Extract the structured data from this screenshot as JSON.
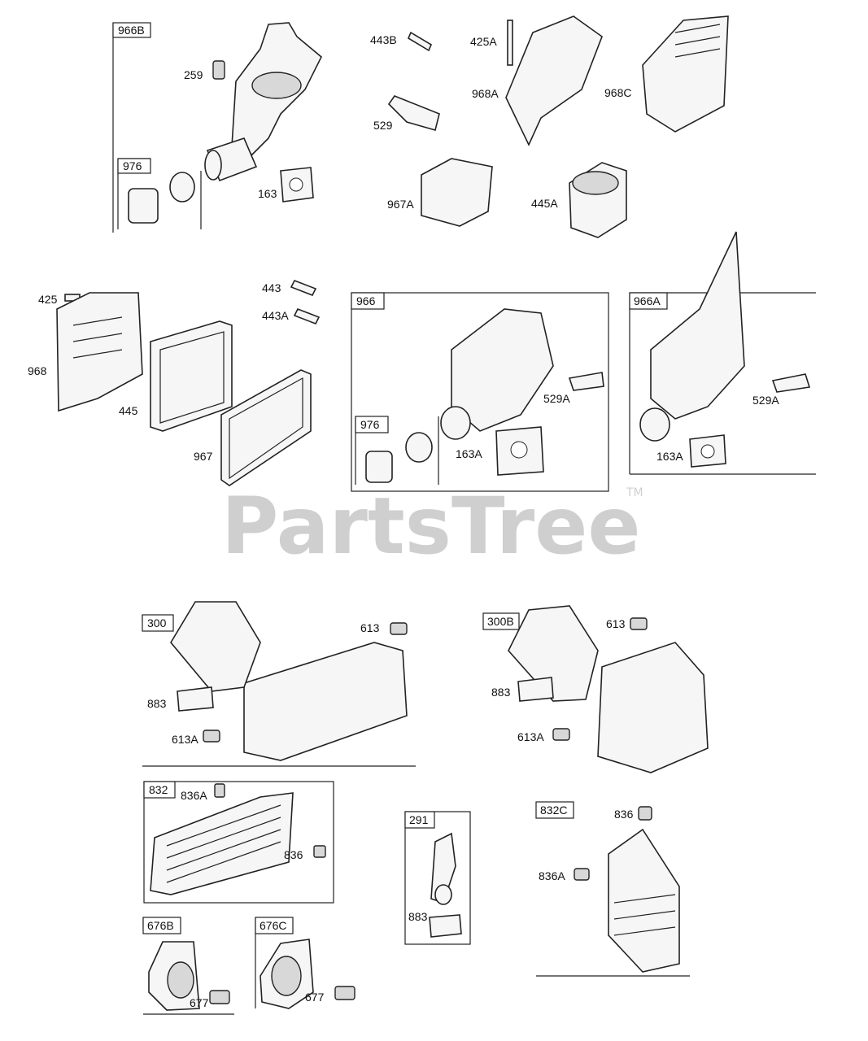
{
  "watermark": {
    "text": "PartsTree",
    "tm": "TM"
  },
  "group_labels": [
    "966B",
    "976",
    "966",
    "976",
    "966A",
    "300",
    "300B",
    "832",
    "291",
    "832C",
    "676B",
    "676C"
  ],
  "part_labels": [
    "259",
    "163",
    "443B",
    "425A",
    "529",
    "968A",
    "968C",
    "967A",
    "445A",
    "425",
    "443",
    "443A",
    "968",
    "445",
    "967",
    "529A",
    "163A",
    "529A",
    "163A",
    "613",
    "883",
    "613A",
    "613",
    "883",
    "613A",
    "836A",
    "836",
    "883",
    "836",
    "836A",
    "677",
    "677"
  ]
}
